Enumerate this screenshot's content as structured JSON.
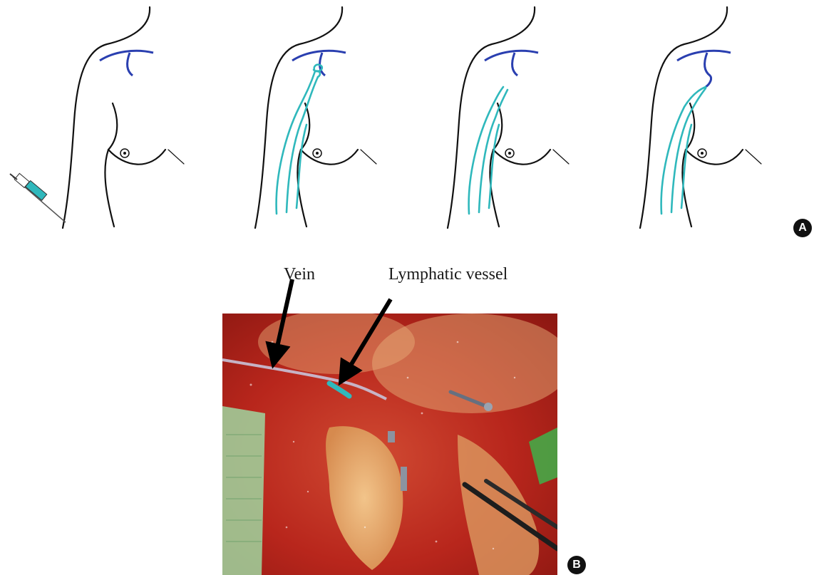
{
  "panel_a": {
    "badge": "A",
    "stages": [
      "injection",
      "dye-uptake",
      "lymphatic-channels",
      "lymphaticovenous-anastomosis"
    ]
  },
  "panel_b": {
    "badge": "B",
    "labels": {
      "vein": "Vein",
      "lymphatic": "Lymphatic vessel"
    }
  },
  "colors": {
    "outline": "#111111",
    "vein": "#2a3fb0",
    "lymphatic": "#2fb8bc",
    "tissue": "#b8261c"
  }
}
